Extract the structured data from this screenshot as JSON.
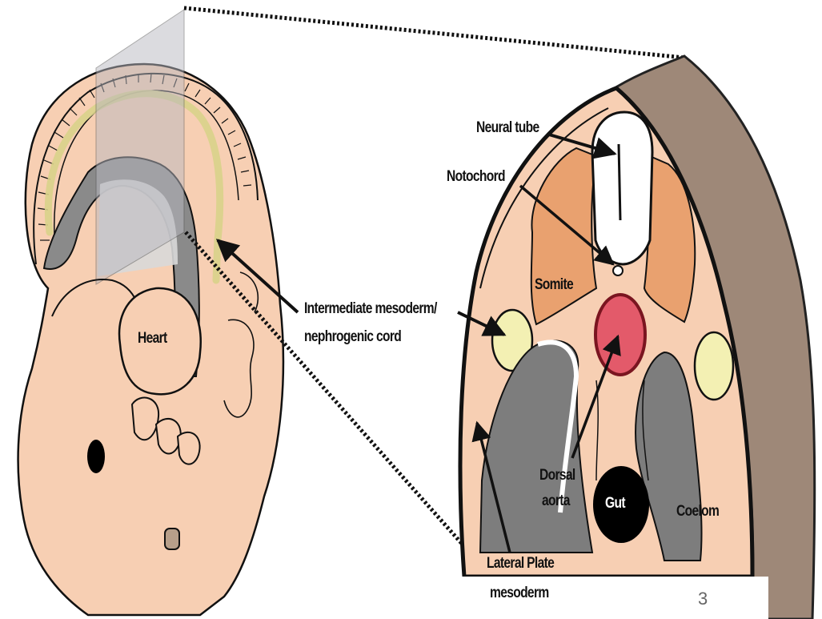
{
  "labels": {
    "neural_tube": "Neural tube",
    "notochord": "Notochord",
    "somite": "Somite",
    "heart": "Heart",
    "intermediate_line1": "Intermediate mesoderm/",
    "intermediate_line2": "nephrogenic cord",
    "dorsal_line1": "Dorsal",
    "dorsal_line2": "aorta",
    "gut": "Gut",
    "coelom": "Coelom",
    "lateral_line1": "Lateral Plate",
    "lateral_line2": "mesoderm"
  },
  "slide_number": "3",
  "colors": {
    "embryo_skin": "#f7cfb3",
    "somite": "#e9a16f",
    "intermediate_mesoderm": "#f3f0b3",
    "dorsal_aorta": "#e35a6a",
    "gut": "#000000",
    "coelom": "#7d7d7d",
    "outer_wall": "#9e8878",
    "neural_tube": "#ffffff",
    "nephrogenic_cord_band": "#d8d28a"
  }
}
